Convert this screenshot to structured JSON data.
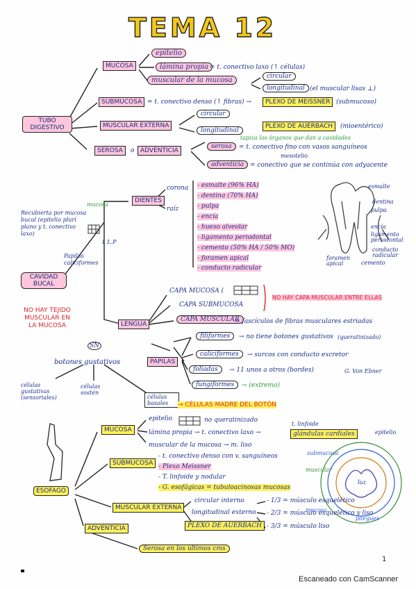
{
  "title": "TEMA 12",
  "tubo": {
    "label": "TUBO DIGESTIVO",
    "mucosa": "MUCOSA",
    "epitelio": "epitelio",
    "lamina": "lámina propia",
    "lamina_desc": "= t. conectivo laxo (↑ células)",
    "muscular_mucosa": "muscular de la mucosa",
    "circular": "circular",
    "longitudinal": "longitudinal",
    "musc_desc": "(el muscular lisas ⊥)",
    "submucosa": "SUBMUCOSA",
    "submucosa_desc": "= t. conectivo denso (↑ fibras) →",
    "meissner": "PLEXO DE MEISSNER",
    "meissner_desc": "(submucoso)",
    "muscular_externa": "MUSCULAR EXTERNA",
    "circular2": "circular",
    "longitudinal2": "longitudinal",
    "auerbach": "PLEXO DE AUERBACH",
    "auerbach_desc": "(mioentérico)",
    "serosa_label": "SEROSA",
    "o": "o",
    "adventicia_label": "ADVENTICIA",
    "serosa": "serosa",
    "serosa_desc": "= t. conectivo fino con vasos sanguíneos",
    "serosa_note": "tapiza los órganos que dan a cavidades",
    "mesotelio": "mesotelio",
    "adventicia": "adventicia",
    "adventicia_desc": "= conectivo que se continúa con adyacente"
  },
  "cavidad": {
    "label": "CAVIDAD BUCAL",
    "recubierta": "Recubierta por mucosa bucal (epitelio plurí plano y t. conectivo laxo)",
    "lp": "↓ L.P",
    "mucosa": "mucosa",
    "papilas_cal": "Papilas caliciformes",
    "no_tejido": "NO HAY TEJIDO MUSCULAR EN LA MUCOSA",
    "dientes": "DIENTES",
    "corona": "corona",
    "raiz": "raíz",
    "tooth_parts": [
      "- esmalte (96% HA)",
      "- dentina (70% HA)",
      "- pulpa",
      "- encía",
      "- hueso alveolar",
      "- ligamento periodontal",
      "- cemento (50% HA / 50% MO)",
      "- foramen apical",
      "- conducto radicular"
    ],
    "tooth_labels": [
      "esmalte",
      "dentina",
      "pulpa",
      "encía",
      "ligamento periodontal",
      "conducto radicular",
      "cemento",
      "foramen apical"
    ],
    "lengua": "LENGUA",
    "capa_mucosa": "CAPA MUCOSA (",
    "capa_submucosa": "CAPA SUBMUCOSA",
    "capa_muscular": "CAPA MUSCULAR",
    "capa_muscular_desc": "= fascículos de fibras musculares estriadas",
    "no_capa": "NO HAY CAPA MUSCULAR ENTRE ELLAS",
    "papilas": "PAPILAS",
    "filiformes": "filiformes",
    "filiformes_desc": "→ no tiene botones gustativos",
    "filiformes_note": "(queratinizado)",
    "caliciformes": "caliciformes",
    "caliciformes_desc": "→ surcos con conducto excretor",
    "foliadas": "foliadas",
    "foliadas_desc": "→ 11 unos a otros (bordes)",
    "fungiformes": "fungiformes",
    "fungiformes_desc": "→ (extremo)",
    "von_ebner": "G. Von Ebner",
    "sn": "SN",
    "botones": "botones gustativos",
    "cel_gust": "células gustativas (sensoriales)",
    "cel_sosten": "células sostén",
    "cel_basales": "células basales",
    "madre": "→ CÉLULAS MADRE DEL BOTÓN"
  },
  "esofago": {
    "label": "ESOFAGO",
    "mucosa": "MUCOSA",
    "epitelio": "epitelio",
    "epitelio_desc": "no queratinizado",
    "lamina": "lámina propia → t. conectivo laxo →",
    "linfoide": "t. linfoide",
    "glandulas": "glándulas cardiales",
    "muscular_mucosa": "muscular de la mucosa → m. liso",
    "submucosa": "SUBMUCOSA",
    "sub_items": [
      "- t. conectivo denso con v. sanguíneos",
      "- Plexo Meissner",
      "- T. linfoide y nodular",
      "- G. esofágicas = tubuloacinosas mucosas"
    ],
    "muscular_externa": "MUSCULAR EXTERNA",
    "circular": "circular interno",
    "longitudinal": "longitudinal externo",
    "thirds": [
      "- 1/3 = músculo esquelético",
      "- 2/3 = músculo esquelético y liso",
      "- 3/3 = músculo liso"
    ],
    "adventicia": "ADVENTICIA",
    "serosa": "Serosa en los últimos cms",
    "diagram_labels": [
      "epitelio",
      "submucosa",
      "muscular",
      "mucosa",
      "pliegues",
      "luz"
    ]
  },
  "footer": "Escaneado con CamScanner",
  "page_number": "1",
  "colors": {
    "yellow": "#fff15a",
    "pink": "#ffc6dc",
    "red": "#d8242b",
    "ink": "#1c2f8a"
  }
}
